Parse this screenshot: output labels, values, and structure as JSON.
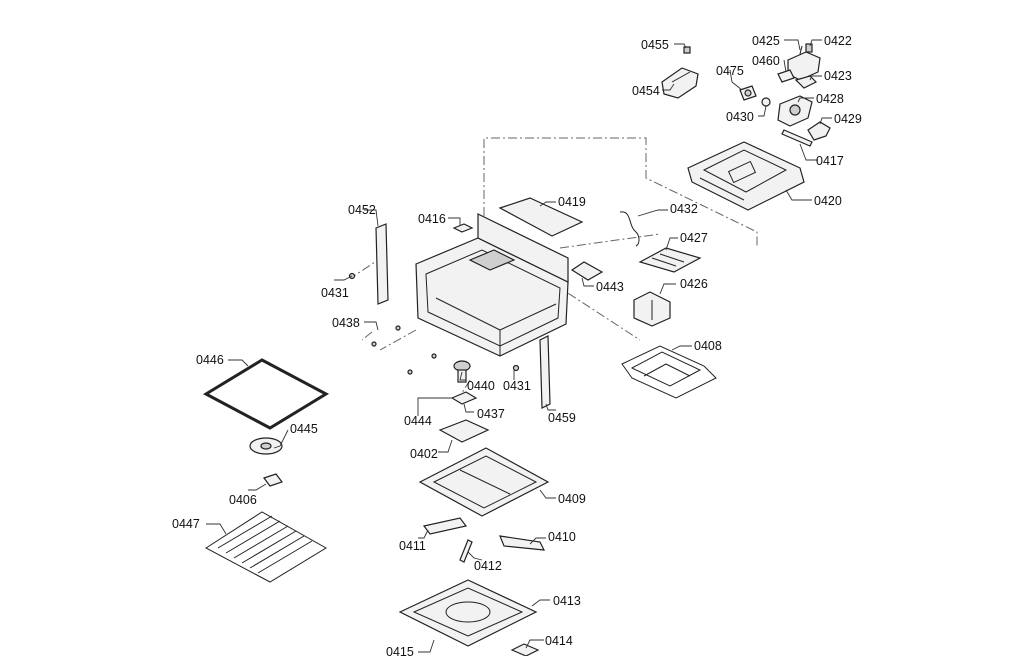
{
  "labels": {
    "p0455": "0455",
    "p0454": "0454",
    "p0425": "0425",
    "p0422": "0422",
    "p0460": "0460",
    "p0475": "0475",
    "p0423": "0423",
    "p0428": "0428",
    "p0430": "0430",
    "p0429": "0429",
    "p0417": "0417",
    "p0420": "0420",
    "p0419": "0419",
    "p0416": "0416",
    "p0452": "0452",
    "p0432": "0432",
    "p0427": "0427",
    "p0431a": "0431",
    "p0443": "0443",
    "p0426": "0426",
    "p0438": "0438",
    "p0408": "0408",
    "p0446": "0446",
    "p0440": "0440",
    "p0431b": "0431",
    "p0444": "0444",
    "p0437": "0437",
    "p0459": "0459",
    "p0445": "0445",
    "p0402": "0402",
    "p0406": "0406",
    "p0409": "0409",
    "p0447": "0447",
    "p0410": "0410",
    "p0411": "0411",
    "p0412": "0412",
    "p0413": "0413",
    "p0414": "0414",
    "p0415": "0415"
  }
}
